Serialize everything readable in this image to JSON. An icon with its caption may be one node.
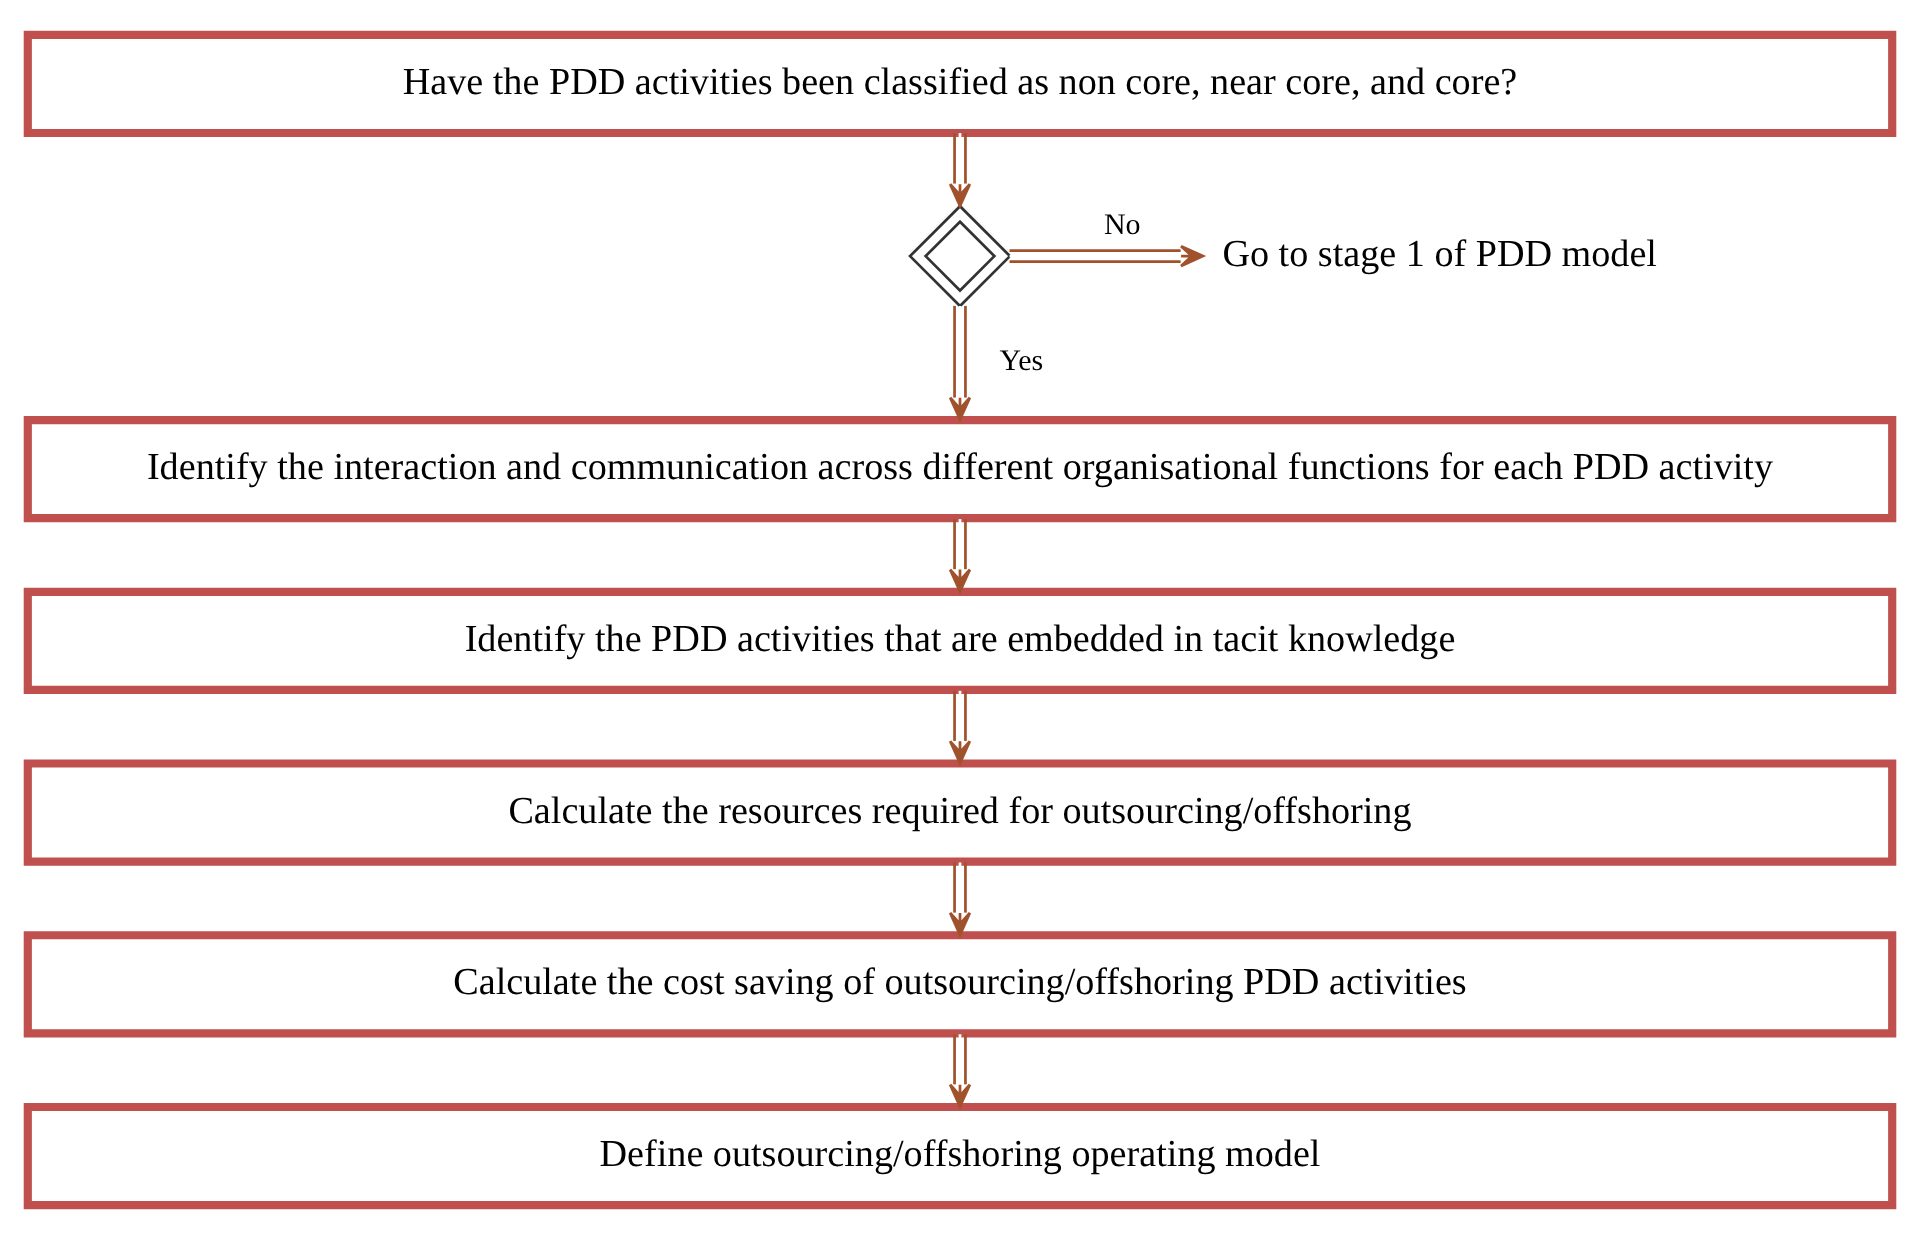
{
  "diagram": {
    "nodes": [
      {
        "text": [
          "Have the PDD activities been classified as non core, near core, and core?"
        ]
      },
      {
        "text": [],
        "shape": "diamond"
      },
      {
        "text": [
          "Go to stage 1 of PDD model"
        ]
      },
      {
        "text": [
          "Identify the interaction and communication across different organisational functions for each PDD activity"
        ]
      },
      {
        "text": [
          "Identify the PDD activities that are embedded in tacit knowledge"
        ]
      },
      {
        "text": [
          "Calculate the resources required for outsourcing/offshoring"
        ]
      },
      {
        "text": [
          "Calculate the cost saving of outsourcing/offshoring PDD activities"
        ]
      },
      {
        "text": [
          "Define outsourcing/offshoring operating model"
        ]
      }
    ],
    "edges": [
      {
        "from": 0,
        "to": 1,
        "arrow": "to"
      },
      {
        "from": 1,
        "to": 2,
        "arrow": "to",
        "label": "No"
      },
      {
        "from": 1,
        "to": 3,
        "arrow": "to",
        "label": "Yes"
      },
      {
        "from": 3,
        "to": 4,
        "arrow": "to"
      },
      {
        "from": 4,
        "to": 5,
        "arrow": "to"
      },
      {
        "from": 5,
        "to": 6,
        "arrow": "to"
      },
      {
        "from": 6,
        "to": 7,
        "arrow": "to"
      }
    ]
  }
}
